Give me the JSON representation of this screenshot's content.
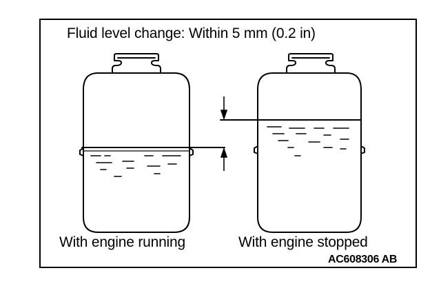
{
  "title": "Fluid level change: Within 5 mm (0.2 in)",
  "labels": {
    "running": "With engine running",
    "stopped": "With engine stopped"
  },
  "code": "AC608306 AB",
  "colors": {
    "line": "#000000",
    "background": "#ffffff"
  }
}
